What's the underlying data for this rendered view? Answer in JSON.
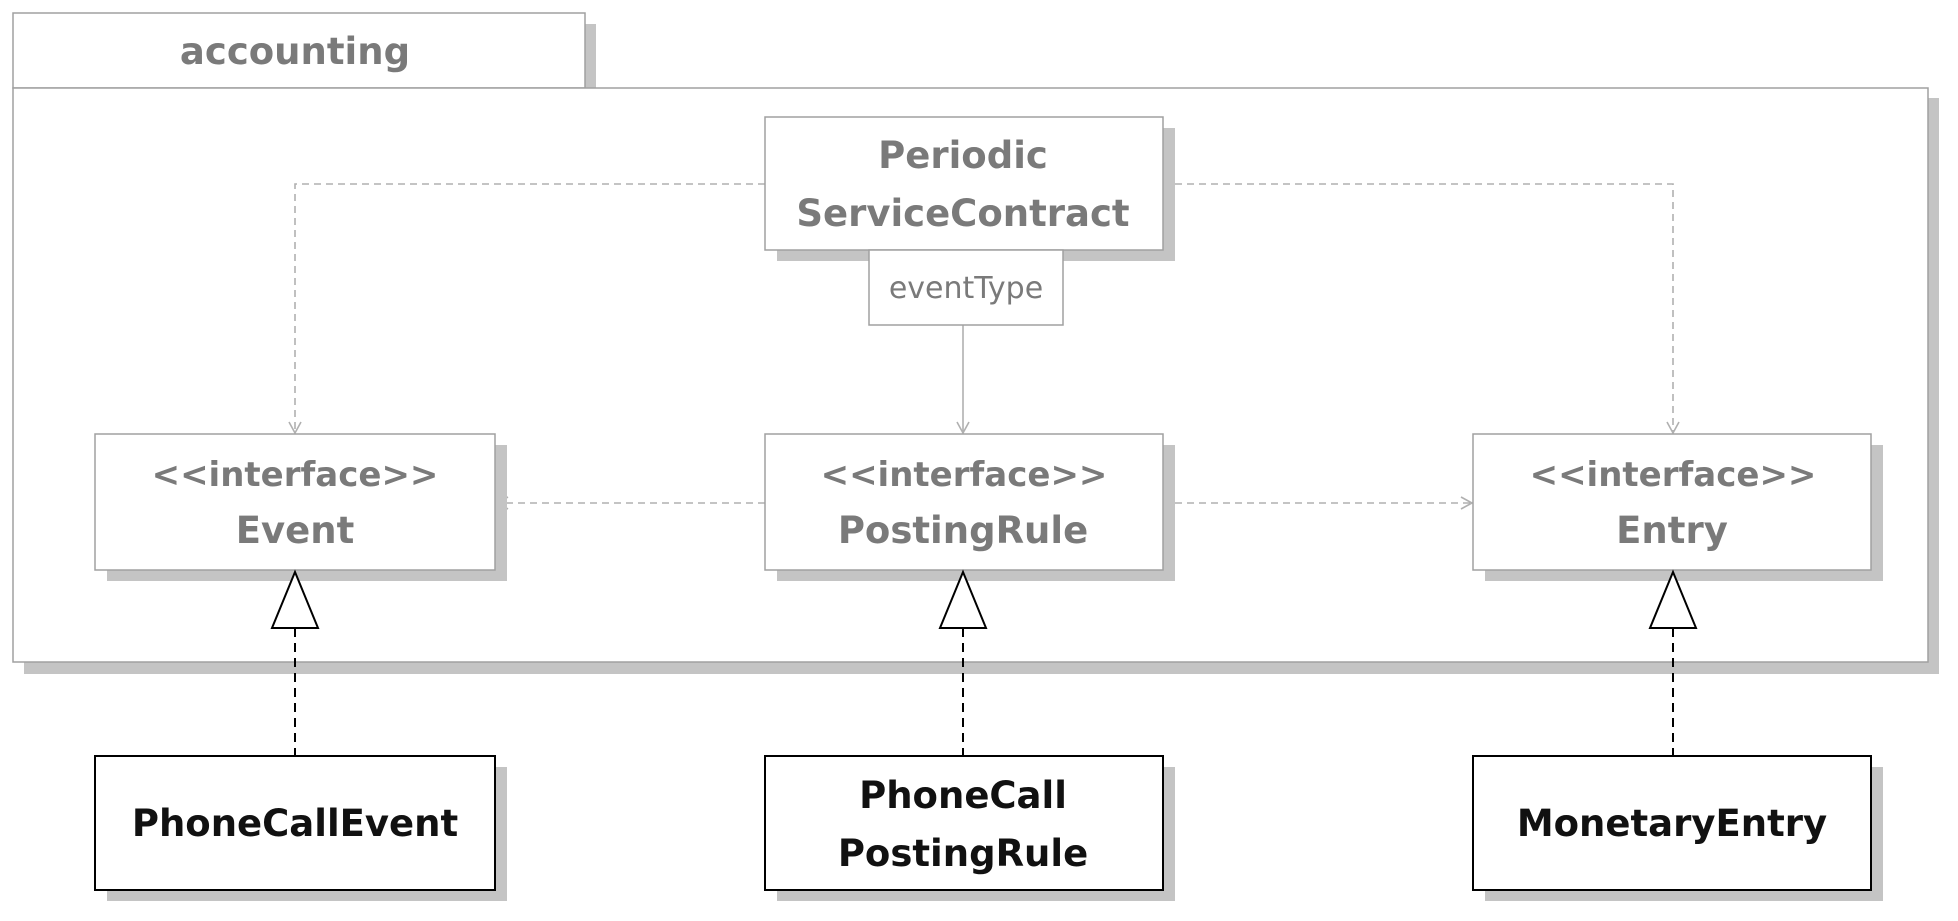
{
  "package": {
    "name": "accounting"
  },
  "colors": {
    "inner_stroke": "#a0a0a0",
    "inner_text": "#7a7a7a",
    "outer_stroke": "#000000",
    "outer_text": "#111111",
    "shadow": "#c4c4c4",
    "arrow": "#b0b0b0"
  },
  "classes": {
    "service_contract": {
      "lines": [
        "Periodic",
        "ServiceContract"
      ]
    },
    "event": {
      "stereotype": "<<interface>>",
      "name": "Event"
    },
    "posting_rule": {
      "stereotype": "<<interface>>",
      "name": "PostingRule"
    },
    "entry": {
      "stereotype": "<<interface>>",
      "name": "Entry"
    },
    "phone_call_event": {
      "name": "PhoneCallEvent"
    },
    "phone_call_posting_rule": {
      "lines": [
        "PhoneCall",
        "PostingRule"
      ]
    },
    "monetary_entry": {
      "name": "MonetaryEntry"
    }
  },
  "qualifier": {
    "label": "eventType"
  }
}
